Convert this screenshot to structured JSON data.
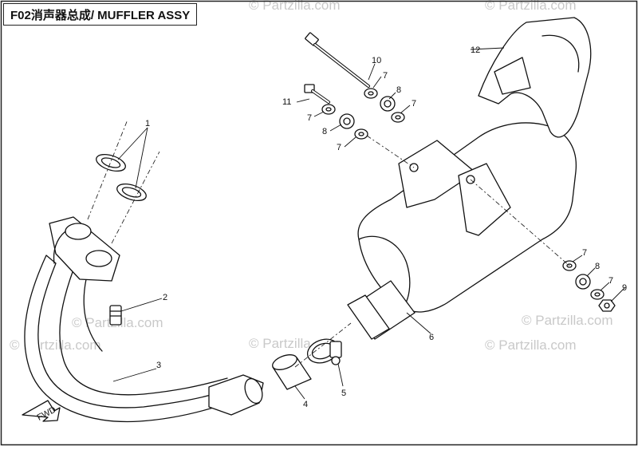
{
  "diagram": {
    "title": "F02消声器总成/ MUFFLER ASSY",
    "watermark": "© Partzilla.com",
    "fwd_label": "FWD",
    "callouts": [
      "1",
      "2",
      "3",
      "4",
      "5",
      "6",
      "7",
      "8",
      "9",
      "10",
      "11",
      "12"
    ]
  }
}
